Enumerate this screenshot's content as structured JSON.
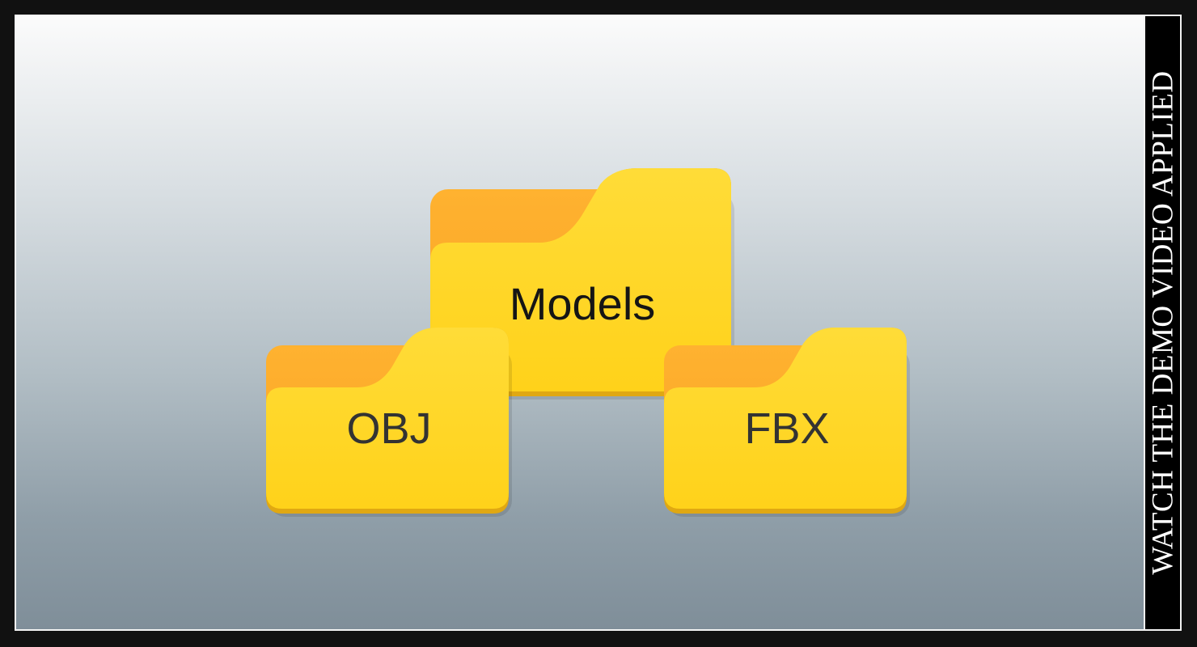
{
  "banner": {
    "text": "WATCH THE DEMO VIDEO APPLIED"
  },
  "folders": {
    "models": {
      "label": "Models"
    },
    "obj": {
      "label": "OBJ"
    },
    "fbx": {
      "label": "FBX"
    }
  },
  "colors": {
    "folder_front": "#ffd21f",
    "folder_back": "#fba52a",
    "folder_edge": "#e0a812",
    "banner_background": "#000000",
    "banner_text": "#ffffff"
  },
  "icons": {
    "models": "folder-icon",
    "obj": "folder-icon",
    "fbx": "folder-icon"
  }
}
